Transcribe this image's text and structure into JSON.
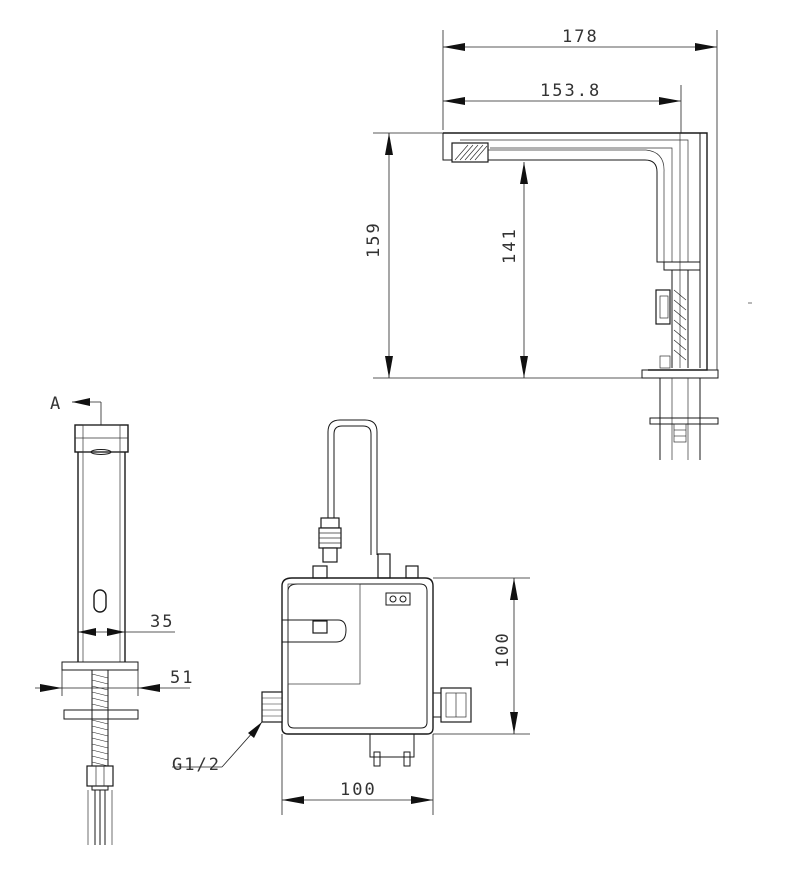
{
  "drawing": {
    "dimensions": {
      "top_width": "178",
      "spout_reach": "153.8",
      "total_height": "159",
      "outlet_height": "141",
      "body_width": "35",
      "base_width": "51",
      "box_height": "100",
      "box_width": "100"
    },
    "labels": {
      "view_a": "A",
      "thread": "G1/2"
    }
  }
}
